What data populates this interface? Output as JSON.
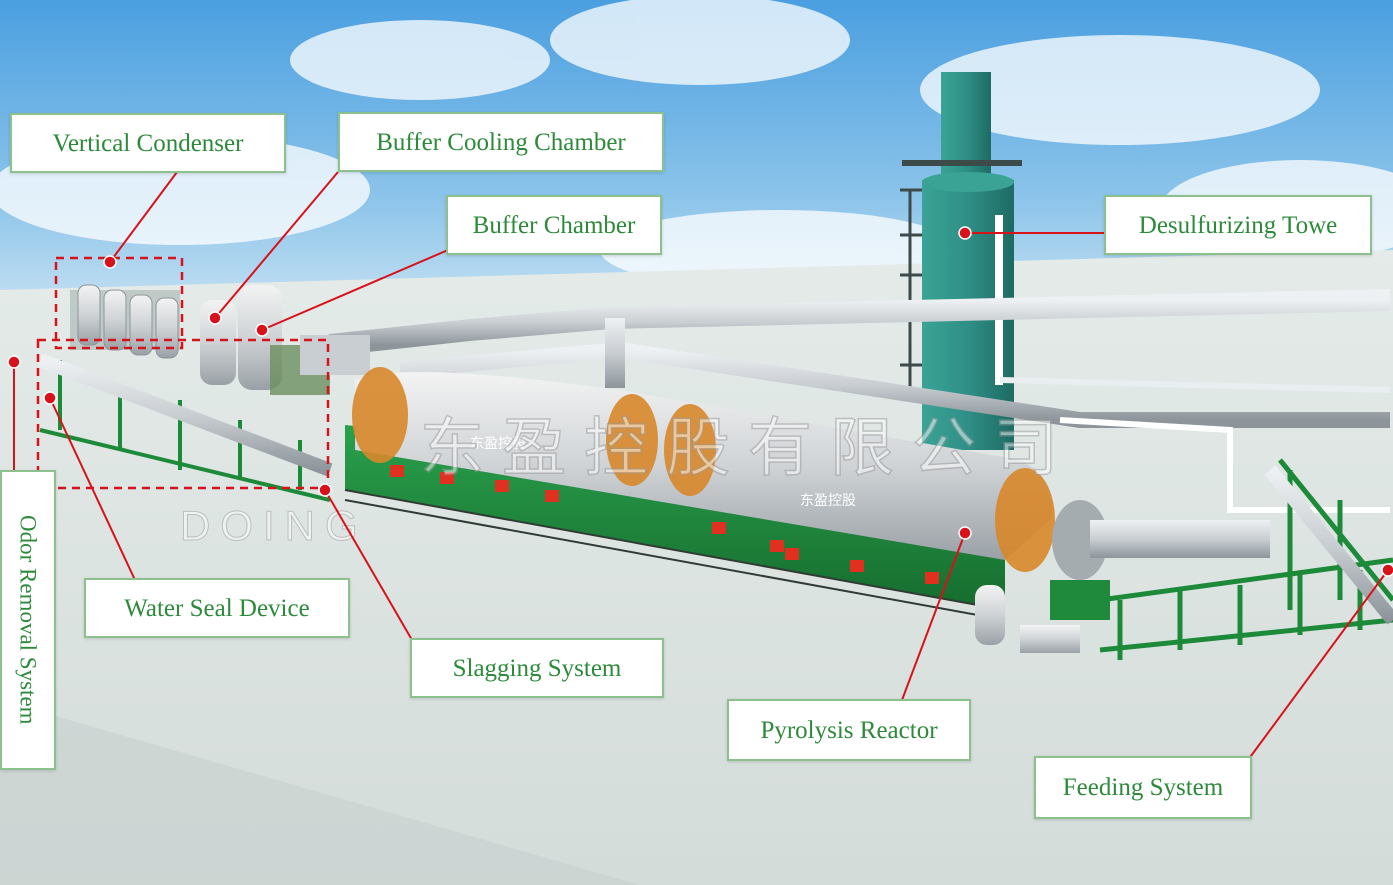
{
  "labels": {
    "vertical_condenser": "Vertical Condenser",
    "buffer_cooling_chamber": "Buffer Cooling Chamber",
    "buffer_chamber": "Buffer Chamber",
    "desulfurizing_tower": "Desulfurizing Towe",
    "odor_removal_system": "Odor Removal System",
    "water_seal_device": "Water Seal Device",
    "slagging_system": "Slagging System",
    "pyrolysis_reactor": "Pyrolysis Reactor",
    "feeding_system": "Feeding System"
  },
  "watermark": {
    "brand_en": "DOING",
    "brand_cn": "东盈控股有限公司",
    "reactor_logo": "东盈控股"
  },
  "colors": {
    "label_text": "#2d8a3a",
    "label_border": "#8cc08c",
    "leader_line": "#d8121b",
    "reactor_green": "#1f8a3c",
    "tower_teal": "#2f8f86",
    "pipe_silver": "#c9ced2",
    "sky": "#5ea9e0"
  }
}
